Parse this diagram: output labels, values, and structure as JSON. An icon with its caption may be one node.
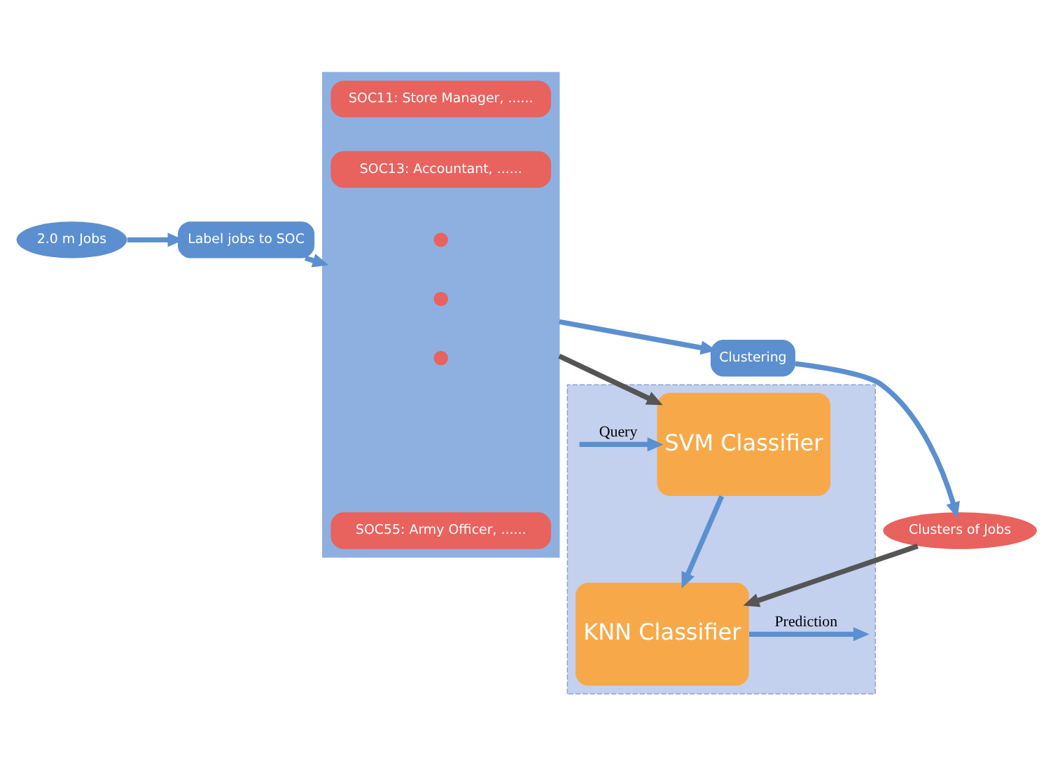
{
  "diagram": {
    "nodes": [
      {
        "text": [
          "2.0 m Jobs"
        ]
      },
      {
        "text": [
          "Label jobs to SOC"
        ]
      },
      {
        "text": [],
        "shape": "box"
      },
      {
        "text": [
          "SOC11: Store Manager, ......"
        ],
        "in": 2
      },
      {
        "text": [
          "SOC13: Accountant, ......"
        ],
        "in": 2
      },
      {
        "text": [],
        "shape": "circle",
        "in": 2
      },
      {
        "text": [],
        "shape": "circle",
        "in": 2
      },
      {
        "text": [],
        "shape": "circle",
        "in": 2
      },
      {
        "text": [
          "SOC55: Army Officer, ......"
        ],
        "in": 2
      },
      {
        "text": [],
        "shape": "box"
      },
      {
        "text": [
          "SVM Classifier"
        ],
        "in": 9
      },
      {
        "text": [
          "KNN Classifier"
        ],
        "in": 9
      },
      {
        "text": [
          "Clustering"
        ]
      },
      {
        "text": [
          "Clusters of Jobs"
        ]
      }
    ],
    "edges": [
      {
        "from": 0,
        "to": 1,
        "arrow": "to"
      },
      {
        "from": 1,
        "to": 2,
        "arrow": "to"
      },
      {
        "from": null,
        "to": 10,
        "arrow": "to",
        "label": "Query"
      },
      {
        "from": 2,
        "to": 10,
        "arrow": "to",
        "color": "#555555"
      },
      {
        "from": 10,
        "to": 11,
        "arrow": "to"
      },
      {
        "from": 2,
        "to": 12,
        "arrow": "to"
      },
      {
        "from": 12,
        "to": 13,
        "arrow": "to"
      },
      {
        "from": 11,
        "to": null,
        "arrow": "to",
        "label": "Prediction"
      },
      {
        "from": 13,
        "to": 11,
        "arrow": "to",
        "color": "#555555"
      }
    ]
  }
}
